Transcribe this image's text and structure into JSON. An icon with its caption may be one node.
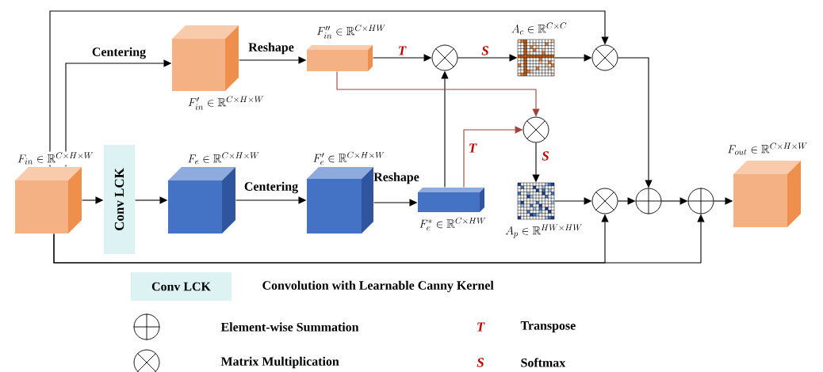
{
  "diagram": {
    "nodes": [
      {
        "text": [],
        "shape": "cube",
        "beside": [
          "F_{in} \\in \\mathbb{R}^{C\\times H\\times W}"
        ]
      },
      {
        "text": [
          "Conv LCK"
        ]
      },
      {
        "text": [],
        "shape": "cube",
        "beside": [
          "F_{e} \\in \\mathbb{R}^{C\\times H\\times W}"
        ]
      },
      {
        "text": [],
        "shape": "cube",
        "beside": [
          "F_{e}' \\in \\mathbb{R}^{C\\times H\\times W}"
        ]
      },
      {
        "text": [],
        "shape": "bar",
        "beside": [
          "F_{e}^{*} \\in \\mathbb{R}^{C\\times HW}"
        ]
      },
      {
        "text": [],
        "shape": "cube",
        "beside": [
          "F_{in}' \\in \\mathbb{R}^{C\\times H\\times W}"
        ]
      },
      {
        "text": [],
        "shape": "bar",
        "beside": [
          "F_{in}'' \\in \\mathbb{R}^{C\\times HW}"
        ]
      },
      {
        "text": [],
        "shape": "otimes"
      },
      {
        "text": [],
        "shape": "picture",
        "beside": [
          "A_{c} \\in \\mathbb{R}^{C\\times C}"
        ]
      },
      {
        "text": [],
        "shape": "otimes"
      },
      {
        "text": [],
        "shape": "otimes"
      },
      {
        "text": [],
        "shape": "picture",
        "beside": [
          "A_{p} \\in \\mathbb{R}^{HW\\times HW}"
        ]
      },
      {
        "text": [],
        "shape": "otimes"
      },
      {
        "text": [],
        "shape": "oplus"
      },
      {
        "text": [],
        "shape": "oplus"
      },
      {
        "text": [],
        "shape": "cube",
        "beside": [
          "F_{out} \\in \\mathbb{R}^{C\\times H\\times W}"
        ]
      }
    ],
    "edges": [
      {
        "from": 0,
        "to": 1,
        "arrow": "to"
      },
      {
        "from": 1,
        "to": 2,
        "arrow": "to"
      },
      {
        "from": 2,
        "to": 3,
        "arrow": "to",
        "label": "Centering"
      },
      {
        "from": 3,
        "to": 4,
        "arrow": "to",
        "label": "Reshape"
      },
      {
        "from": 0,
        "to": 5,
        "arrow": "to",
        "label": "Centering"
      },
      {
        "from": 5,
        "to": 6,
        "arrow": "to",
        "label": "Reshape"
      },
      {
        "from": 6,
        "to": 7,
        "arrow": "to",
        "label": "T"
      },
      {
        "from": 4,
        "to": 7,
        "arrow": "to"
      },
      {
        "from": 7,
        "to": 8,
        "arrow": "to",
        "label": "S"
      },
      {
        "from": 8,
        "to": 9,
        "arrow": "to"
      },
      {
        "from": 0,
        "to": 9,
        "arrow": "to"
      },
      {
        "from": 6,
        "to": 10,
        "arrow": "to",
        "color": "#a0413a"
      },
      {
        "from": 4,
        "to": 10,
        "arrow": "to",
        "label": "T",
        "color": "#a0413a"
      },
      {
        "from": 10,
        "to": 11,
        "arrow": "to",
        "label": "S"
      },
      {
        "from": 11,
        "to": 12,
        "arrow": "to"
      },
      {
        "from": 9,
        "to": 13,
        "arrow": "to"
      },
      {
        "from": 12,
        "to": 13,
        "arrow": "to"
      },
      {
        "from": 13,
        "to": 14,
        "arrow": "to"
      },
      {
        "from": 14,
        "to": 15,
        "arrow": "to"
      },
      {
        "from": 0,
        "to": 12,
        "arrow": "to"
      },
      {
        "from": 0,
        "to": 14,
        "arrow": "to"
      }
    ],
    "labels": [
      "Conv LCK",
      "T",
      "S"
    ],
    "legend": [
      {
        "text": "Convolution with Learnable Canny Kernel",
        "color": "#ddf2f2"
      },
      {
        "text": "Element-wise Summation"
      },
      {
        "text": "Transpose"
      },
      {
        "text": "Matrix Multiplication"
      },
      {
        "text": "Softmax"
      }
    ]
  }
}
